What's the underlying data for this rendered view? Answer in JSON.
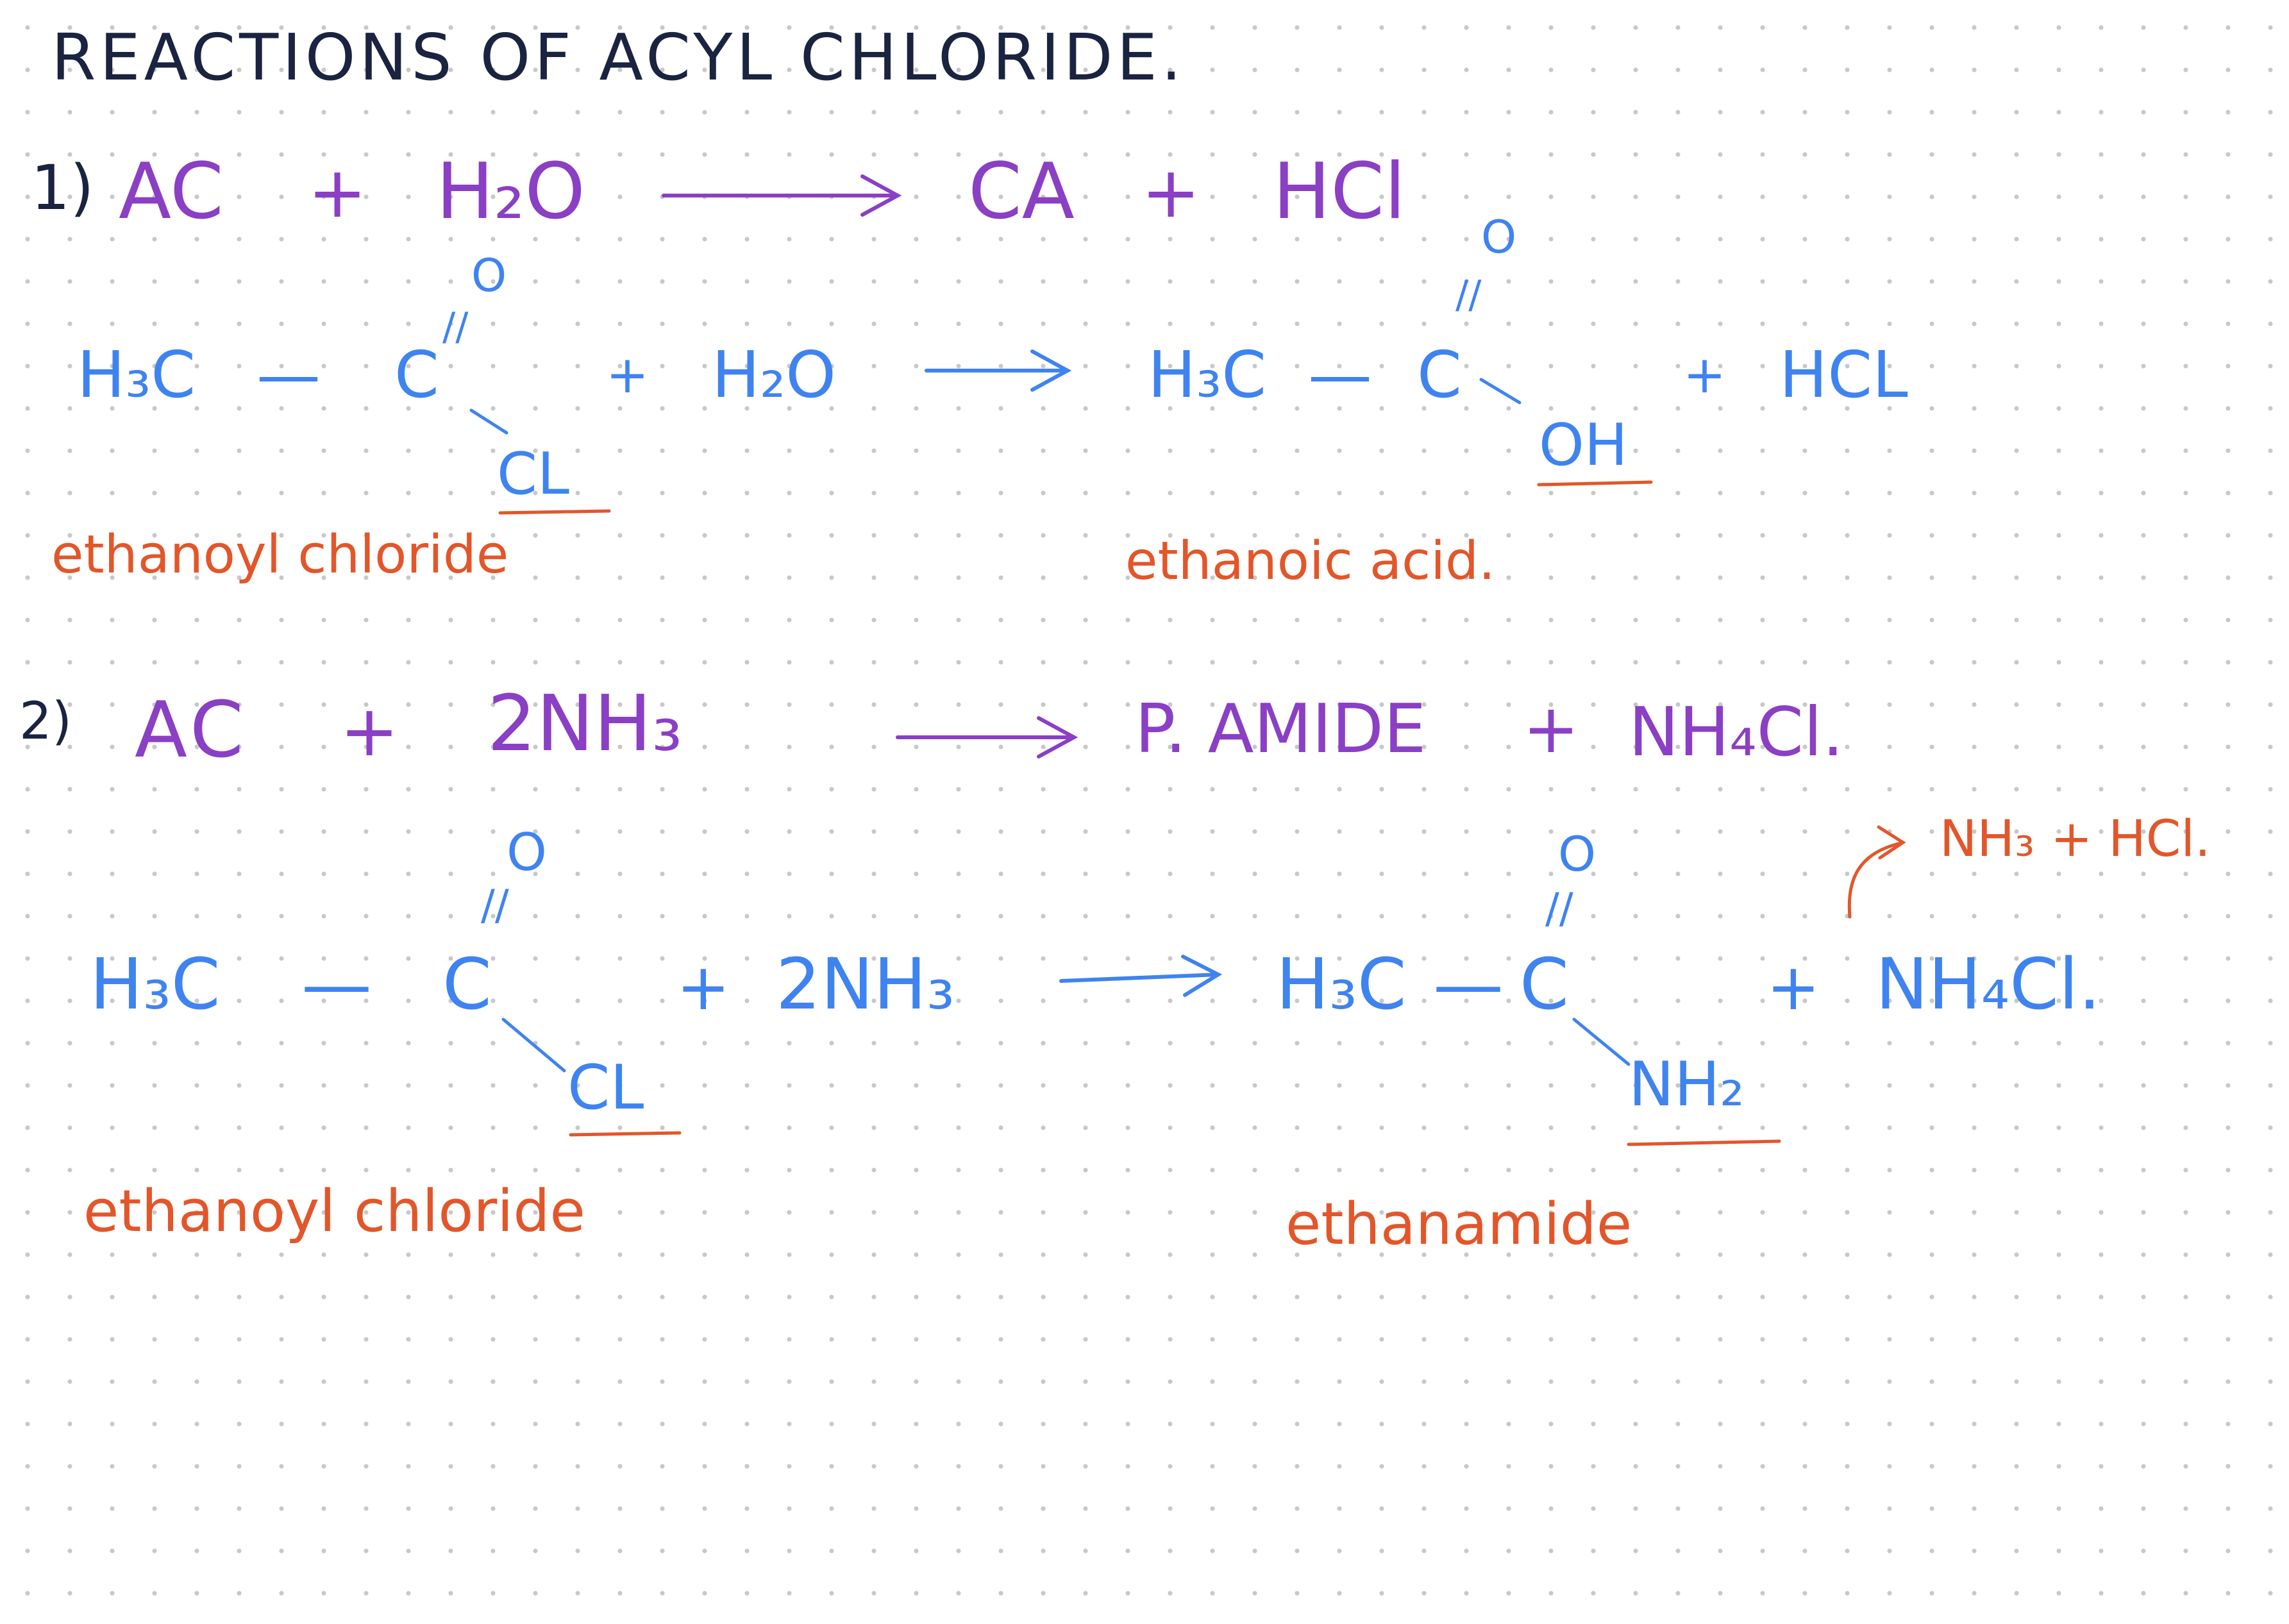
{
  "title": "REACTIONS OF ACYL CHLORIDE.",
  "reaction1": {
    "number": "1)",
    "general": {
      "reactant1": "AC",
      "plus1": "+",
      "reactant2": "H₂O",
      "product1": "CA",
      "plus2": "+",
      "product2": "HCl"
    },
    "specific": {
      "methyl": "H₃C",
      "bond": "—",
      "carbon": "C",
      "oxygen": "O",
      "double_bond": "//",
      "chlorine": "CL",
      "plus1": "+",
      "water": "H₂O",
      "product_methyl": "H₃C",
      "product_bond": "—",
      "product_carbon": "C",
      "product_double_bond": "//",
      "product_oxygen": "O",
      "hydroxyl": "OH",
      "plus2": "+",
      "hcl": "HCL"
    },
    "reactant_name": "ethanoyl chloride",
    "product_name": "ethanoic acid."
  },
  "reaction2": {
    "number": "2)",
    "general": {
      "reactant1": "AC",
      "plus1": "+",
      "reactant2": "2NH₃",
      "product1": "P. AMIDE",
      "plus2": "+",
      "product2": "NH₄Cl."
    },
    "specific": {
      "methyl": "H₃C",
      "bond": "—",
      "carbon": "C",
      "oxygen": "O",
      "double_bond": "//",
      "chlorine": "CL",
      "plus1": "+",
      "ammonia": "2NH₃",
      "product_methyl": "H₃C",
      "product_bond": "—",
      "product_carbon": "C",
      "product_double_bond": "//",
      "product_oxygen": "O",
      "amine": "NH₂",
      "plus2": "+",
      "salt": "NH₄Cl."
    },
    "decomposition_note": "NH₃ + HCl.",
    "reactant_name": "ethanoyl chloride",
    "product_name": "ethanamide"
  },
  "colors": {
    "title": "#1a2340",
    "general_equation": "#8a3fc4",
    "structural_equation": "#3f83f0",
    "names_and_underlines": "#e2562a"
  }
}
